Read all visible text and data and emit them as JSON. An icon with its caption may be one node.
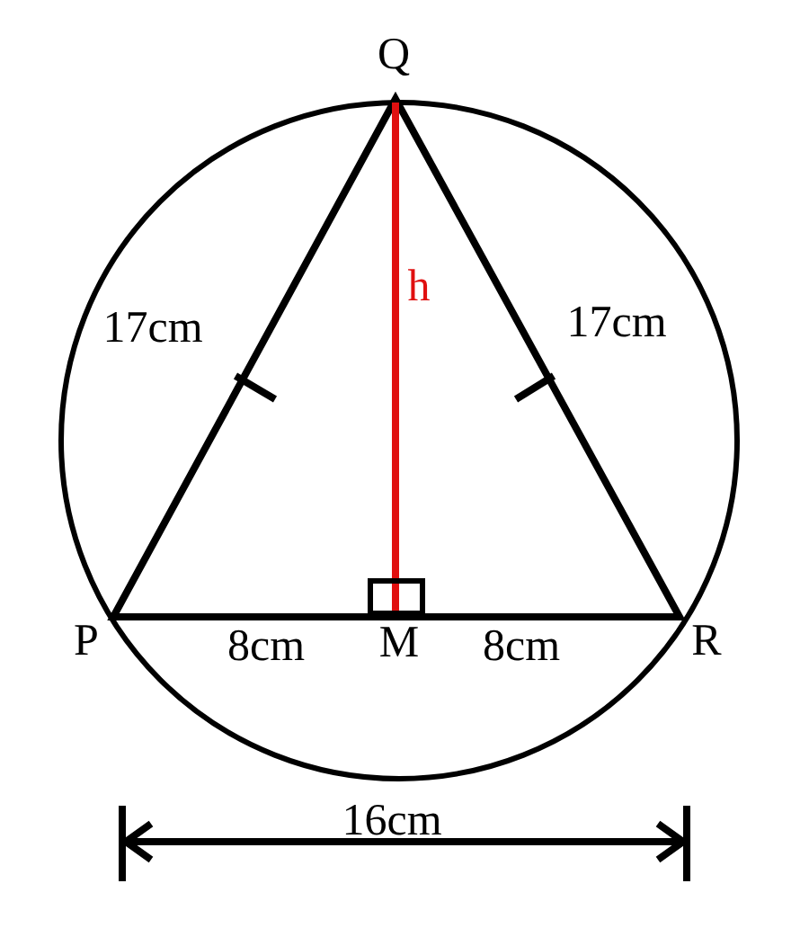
{
  "diagram": {
    "labels": [
      "Q",
      "17cm",
      "h",
      "17cm",
      "P",
      "8cm",
      "M",
      "8cm",
      "R",
      "16cm"
    ]
  }
}
